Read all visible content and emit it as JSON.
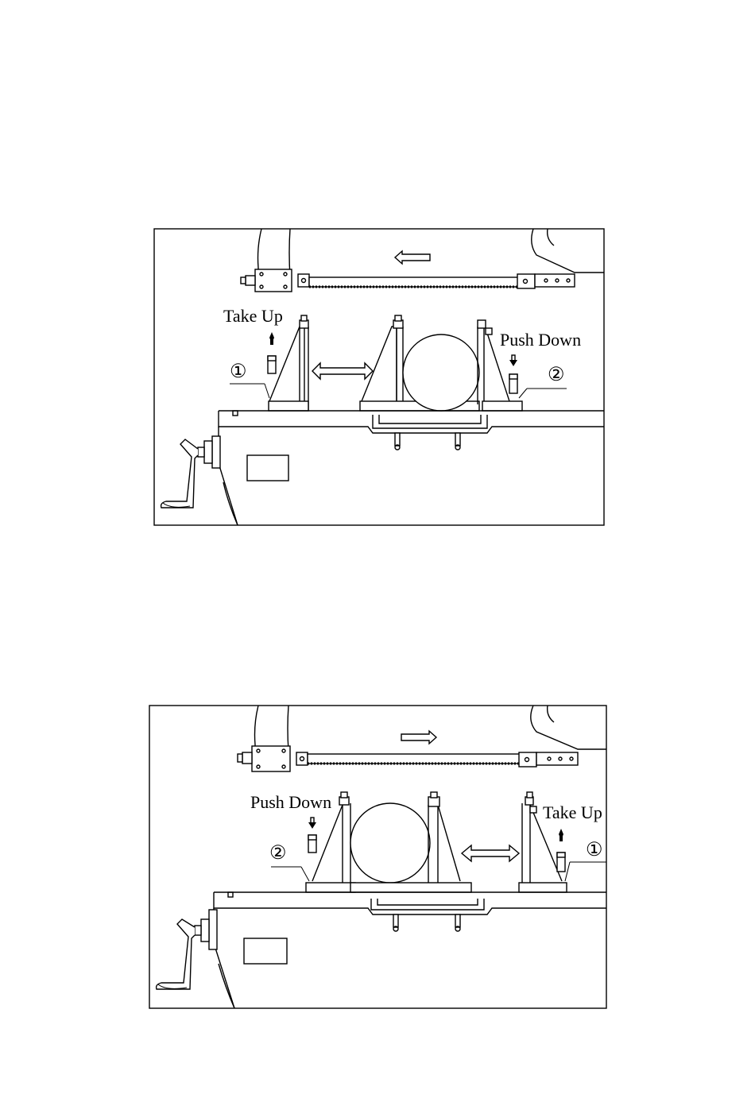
{
  "figures": [
    {
      "id": "top",
      "labels": {
        "left_action": "Take Up",
        "right_action": "Push Down",
        "left_number": "①",
        "right_number": "②"
      },
      "blade_direction": "left"
    },
    {
      "id": "bottom",
      "labels": {
        "left_action": "Push Down",
        "right_action": "Take Up",
        "left_number": "②",
        "right_number": "①"
      },
      "blade_direction": "right"
    }
  ]
}
